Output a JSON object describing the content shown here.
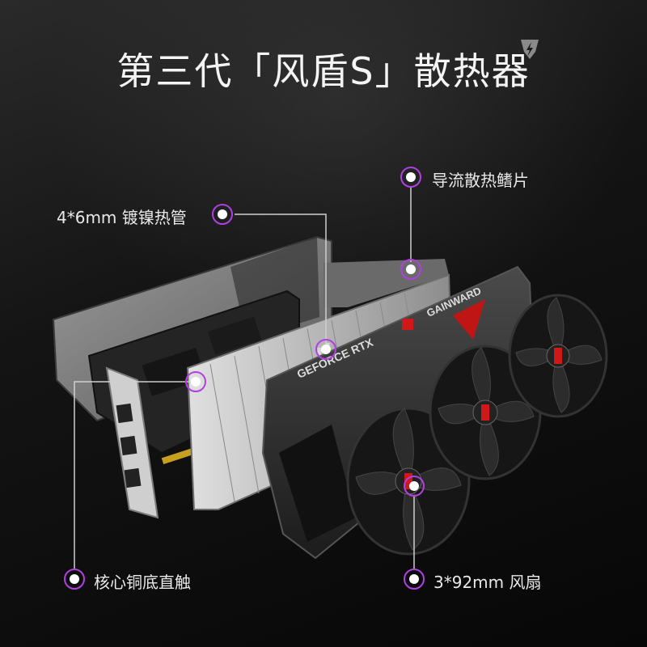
{
  "title": "第三代「风盾S」散热器",
  "callouts": {
    "heatpipe": "4*6mm 镀镍热管",
    "fins": "导流散热鳍片",
    "copper": "核心铜底直触",
    "fans": "3*92mm 风扇"
  },
  "card_texts": {
    "geforce": "GEFORCE RTX",
    "gainward": "GAINWARD"
  },
  "colors": {
    "accent": "#b040e0",
    "line": "#cfcfcf",
    "fan_red": "#d01818"
  }
}
